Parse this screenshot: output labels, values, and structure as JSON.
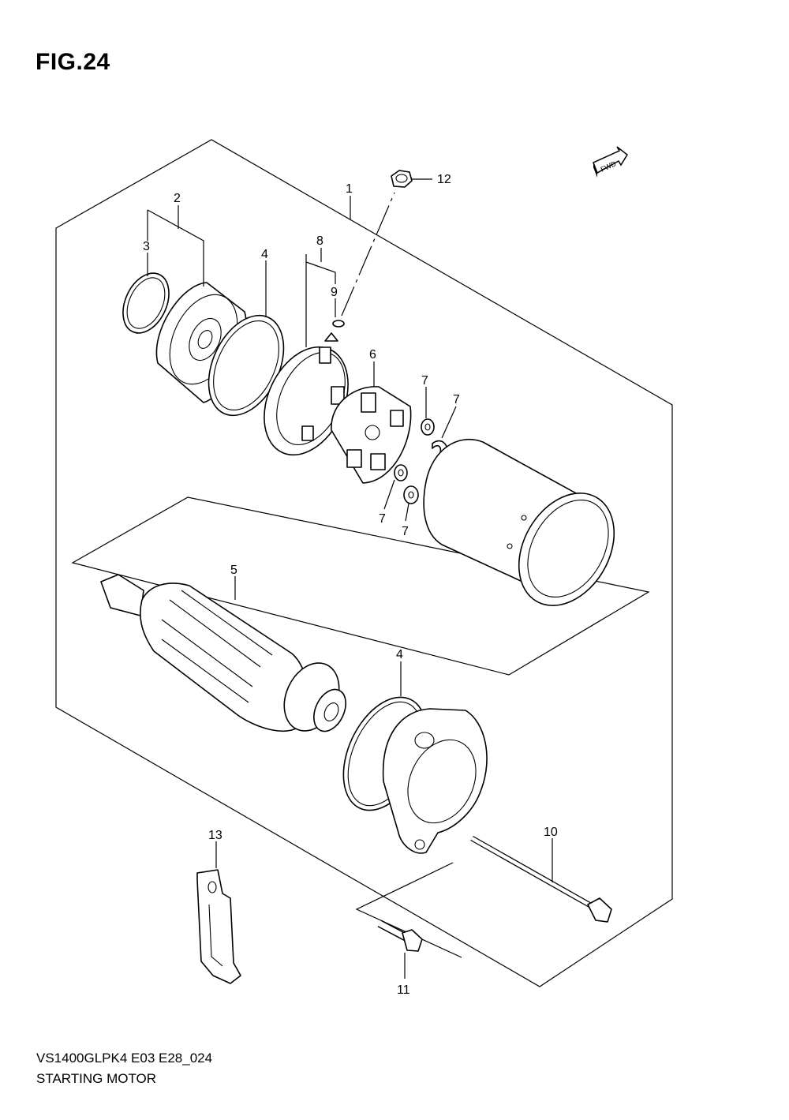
{
  "figure": {
    "title": "FIG.24"
  },
  "direction_badge": {
    "label": "FWD",
    "icon": "fwd-arrow-icon"
  },
  "callouts": [
    {
      "id": "c1",
      "label": "1",
      "part": "starting-motor-assembly"
    },
    {
      "id": "c2",
      "label": "2",
      "part": "end-cover"
    },
    {
      "id": "c3",
      "label": "3",
      "part": "o-ring"
    },
    {
      "id": "c4a",
      "label": "4",
      "part": "o-ring-housing-upper"
    },
    {
      "id": "c8",
      "label": "8",
      "part": "brush-holder-set"
    },
    {
      "id": "c9",
      "label": "9",
      "part": "o-ring-terminal"
    },
    {
      "id": "c12",
      "label": "12",
      "part": "nut"
    },
    {
      "id": "c6",
      "label": "6",
      "part": "brush-plate"
    },
    {
      "id": "c7a",
      "label": "7",
      "part": "washer"
    },
    {
      "id": "c7b",
      "label": "7",
      "part": "washer"
    },
    {
      "id": "c7c",
      "label": "7",
      "part": "washer"
    },
    {
      "id": "c7d",
      "label": "7",
      "part": "washer"
    },
    {
      "id": "c5",
      "label": "5",
      "part": "armature"
    },
    {
      "id": "c4b",
      "label": "4",
      "part": "o-ring-housing-lower"
    },
    {
      "id": "c10",
      "label": "10",
      "part": "long-bolt"
    },
    {
      "id": "c13",
      "label": "13",
      "part": "bracket"
    },
    {
      "id": "c11",
      "label": "11",
      "part": "bolt"
    }
  ],
  "footer": {
    "model_code": "VS1400GLPK4 E03 E28_024",
    "section_name": "STARTING MOTOR"
  }
}
